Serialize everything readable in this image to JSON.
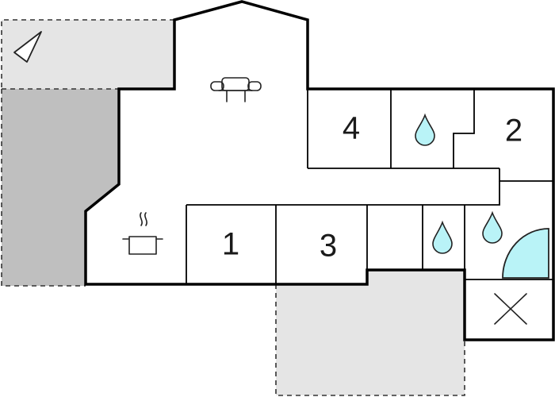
{
  "rooms": [
    {
      "id": "room-1",
      "label": "1"
    },
    {
      "id": "room-2",
      "label": "2"
    },
    {
      "id": "room-3",
      "label": "3"
    },
    {
      "id": "room-4",
      "label": "4"
    }
  ],
  "icons": {
    "north": "north-arrow-icon",
    "sofa": "sofa-icon",
    "cooking_pot": "cooking-pot-icon",
    "water_drop": "water-drop-icon",
    "shower": "shower-icon",
    "cross": "cross-icon"
  },
  "colors": {
    "terrace_light": "#e5e5e5",
    "terrace_dark": "#bfbfbf",
    "water": "#b9f3f7",
    "wall": "#000000"
  }
}
